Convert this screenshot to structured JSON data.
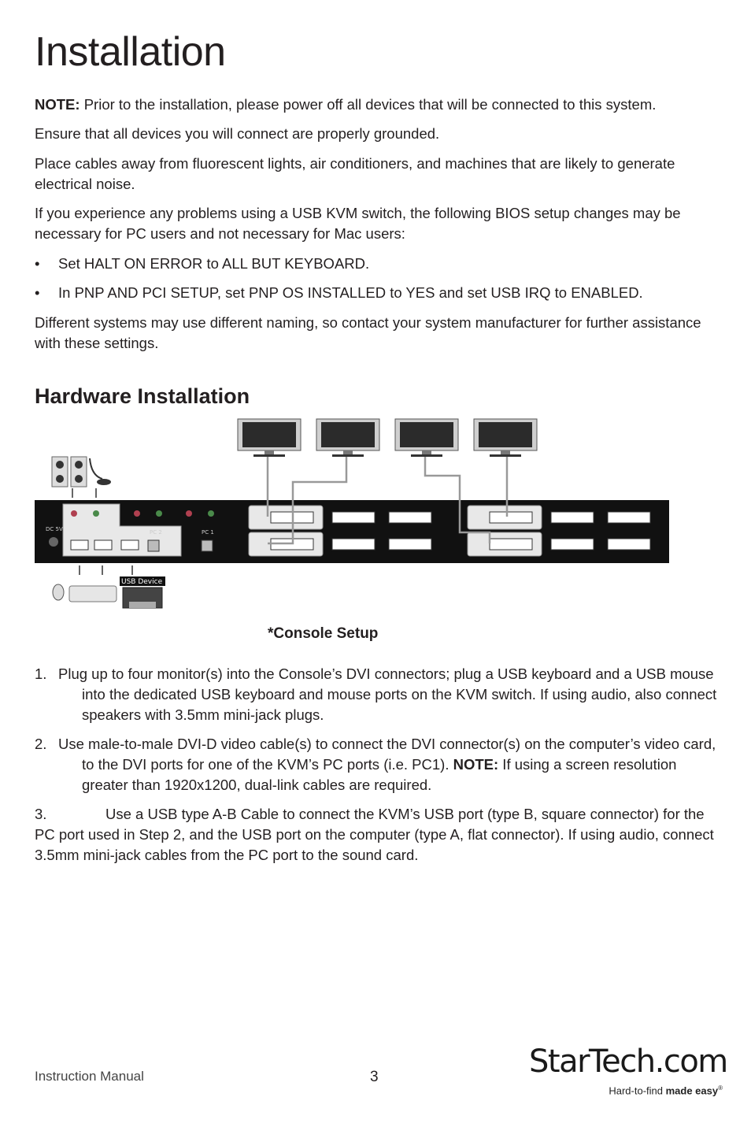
{
  "title": "Installation",
  "intro": {
    "note_label": "NOTE:",
    "note_text": " Prior to the installation, please power off all devices that will be connected to this system.",
    "p2": "Ensure that all devices you will connect are properly grounded.",
    "p3": "Place cables away from fluorescent lights, air conditioners, and machines that are likely to generate electrical noise.",
    "p4": "If you experience any problems using a USB KVM switch, the following BIOS setup changes may be necessary for PC users and not necessary for Mac users:",
    "bullets": [
      "Set HALT ON ERROR to ALL BUT KEYBOARD.",
      "In PNP AND PCI SETUP, set PNP OS INSTALLED to YES and set USB IRQ to ENABLED."
    ],
    "bullet_symbol": "•",
    "p5": "Different systems may use different naming, so contact your system manufacturer for further assistance with these settings."
  },
  "hardware": {
    "heading": "Hardware Installation",
    "diagram": {
      "usb_device_label": "USB Device",
      "port_labels": {
        "pc1": "PC 1",
        "pc2": "PC 2",
        "dc": "DC 5V"
      }
    },
    "caption": "*Console Setup"
  },
  "steps": [
    {
      "num": "1.",
      "text": "Plug up to four monitor(s) into the Console’s DVI connectors; plug a USB keyboard and a USB mouse into the dedicated USB keyboard and mouse ports on the KVM switch. If using audio, also connect speakers with 3.5mm mini-jack plugs."
    },
    {
      "num": "2.",
      "text_a": "Use male-to-male DVI-D video cable(s) to connect the DVI connector(s) on the computer’s video card, to the DVI ports for one of the KVM’s PC ports (i.e. PC1).  ",
      "note_label": "NOTE:",
      "text_b": " If using a screen resolution greater than 1920x1200, dual-link cables are required."
    },
    {
      "num": "3.",
      "text": "Use a USB type A-B Cable to connect the KVM’s USB port (type B, square connector) for the PC port used in Step 2, and the USB port on the computer (type A, flat connector).  If using audio, connect 3.5mm mini-jack cables from the PC port to the sound card."
    }
  ],
  "footer": {
    "left": "Instruction Manual",
    "page": "3",
    "logo_brand": "StarTech.com",
    "logo_tag_a": "Hard-to-find ",
    "logo_tag_b": "made easy",
    "logo_reg": "®"
  }
}
